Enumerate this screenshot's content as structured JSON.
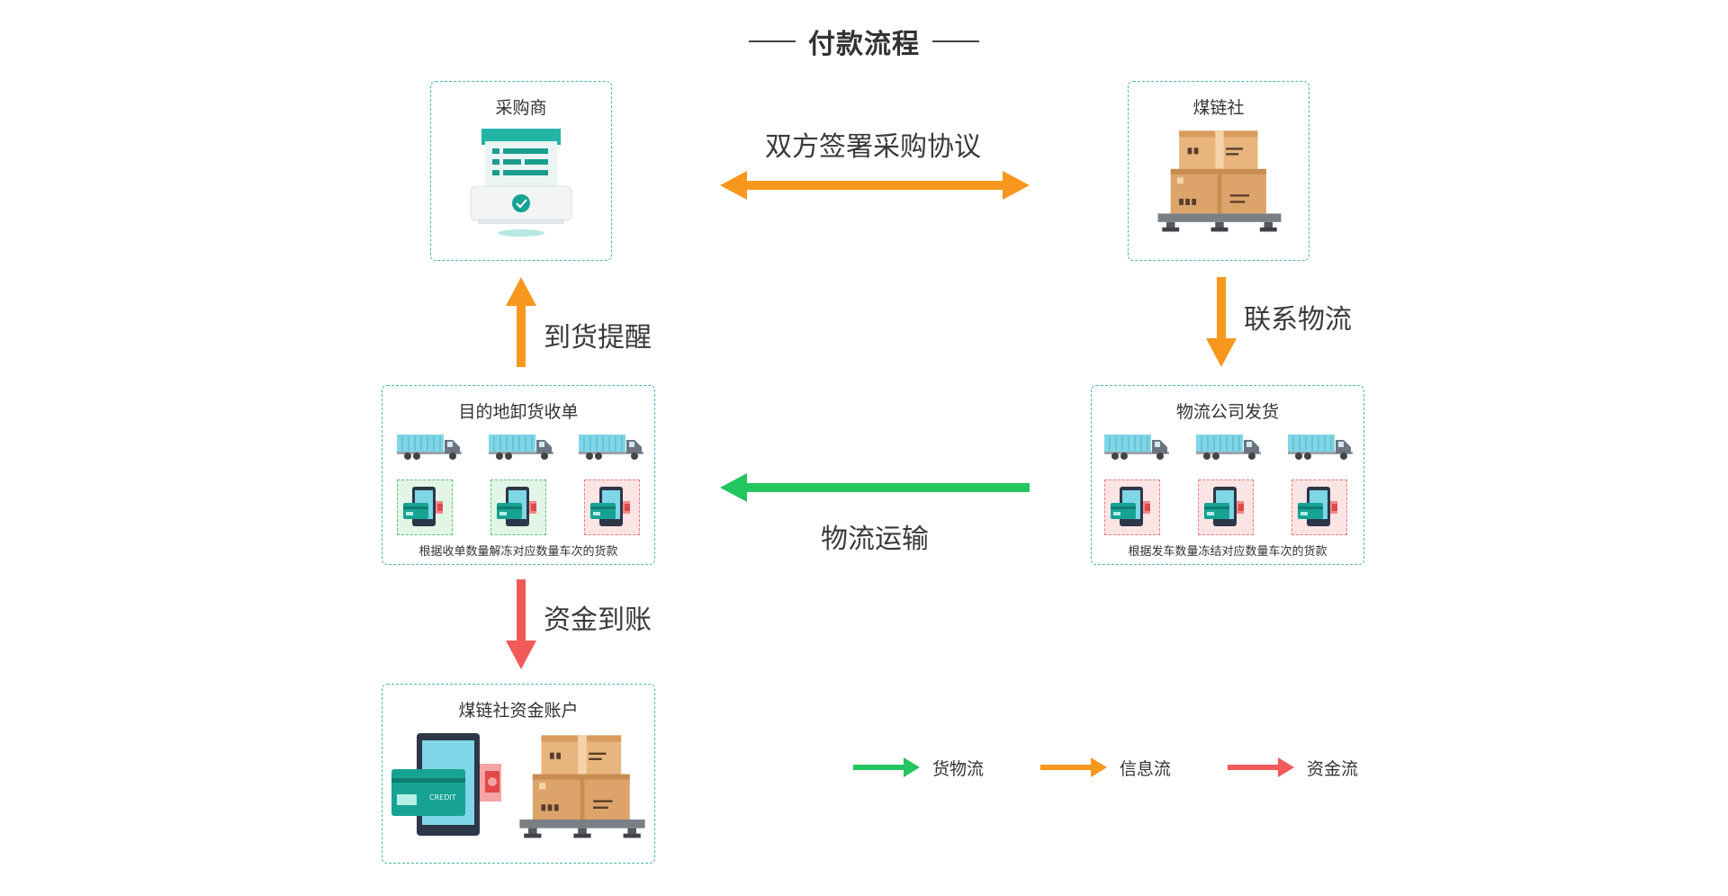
{
  "title": "付款流程",
  "nodes": {
    "buyer": {
      "label": "采购商"
    },
    "supplier": {
      "label": "煤链社"
    },
    "logistics_ship": {
      "label": "物流公司发货",
      "caption": "根据发车数量冻结对应数量车次的货款"
    },
    "destination": {
      "label": "目的地卸货收单",
      "caption": "根据收单数量解冻对应数量车次的货款"
    },
    "account": {
      "label": "煤链社资金账户"
    }
  },
  "flows": {
    "sign": {
      "label": "双方签署采购协议",
      "type": "info",
      "direction": "both"
    },
    "contact": {
      "label": "联系物流",
      "type": "info",
      "direction": "down"
    },
    "transport": {
      "label": "物流运输",
      "type": "goods",
      "direction": "left"
    },
    "arrival": {
      "label": "到货提醒",
      "type": "info",
      "direction": "up"
    },
    "funds": {
      "label": "资金到账",
      "type": "funds",
      "direction": "down"
    }
  },
  "legend": [
    {
      "label": "货物流",
      "color": "#22c55e"
    },
    {
      "label": "信息流",
      "color": "#f7971d"
    },
    {
      "label": "资金流",
      "color": "#f25a5a"
    }
  ],
  "colors": {
    "goods": "#22c55e",
    "info": "#f7971d",
    "funds": "#f25a5a",
    "border": "#4bb5ac"
  },
  "card_text": "CREDIT"
}
